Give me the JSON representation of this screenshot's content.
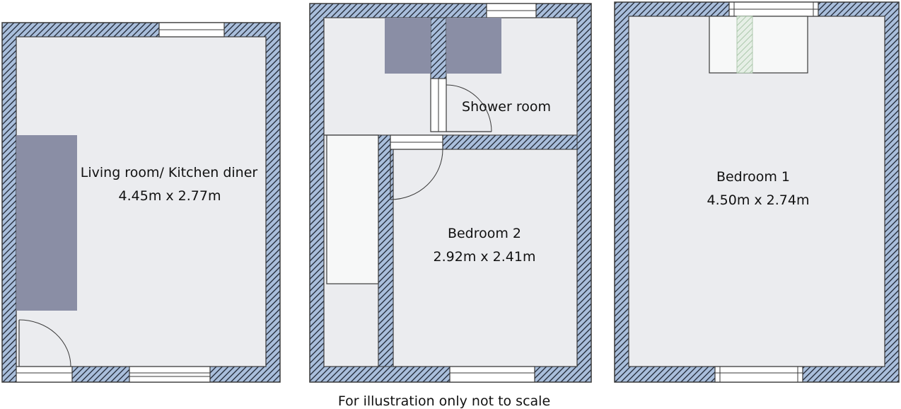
{
  "rooms": {
    "living": {
      "name": "Living room/ Kitchen diner",
      "size": "4.45m x 2.77m"
    },
    "shower": {
      "name": "Shower room"
    },
    "bedroom2": {
      "name": "Bedroom 2",
      "size": "2.92m x 2.41m"
    },
    "bedroom1": {
      "name": "Bedroom 1",
      "size": "4.50m x 2.74m"
    }
  },
  "caption": "For illustration only not to scale",
  "colors": {
    "wall_fill": "#a9bedb",
    "wall_hatch": "#1e2533",
    "floor": "#ebecef",
    "furniture": "#8a8ea5",
    "fixture": "#f7f8f8",
    "window": "#ffffff",
    "outline": "#3a3a3a"
  }
}
